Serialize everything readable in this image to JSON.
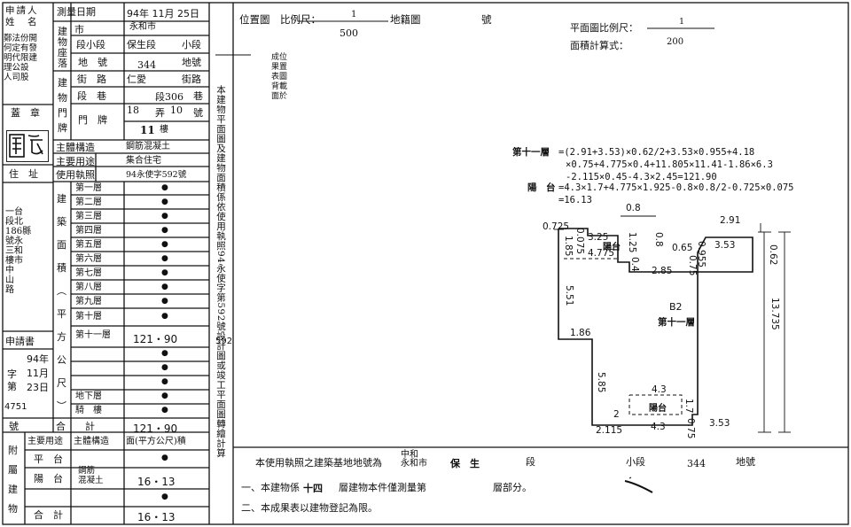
{
  "left_table": {
    "applicant_label": "申請人\n姓　名",
    "applicant_name": "鄭法份開\n何定有發\n明代限建\n理公設\n人司股",
    "seal_label": "蓋　章",
    "address_label": "住　址",
    "address_value": "一台\n段北\n186縣\n號永\n三和\n樓市\n中\n山\n路",
    "application_label": "申請書",
    "application_no_label": "字\n第",
    "application_date": "94年\n11月\n23日",
    "application_no": "4751",
    "number_label": "號",
    "survey_date_label": "測量日期",
    "survey_date_value": "94年 11月 25日",
    "location_label": "建\n物\n座\n落",
    "city_label": "市",
    "city_value": "永和市",
    "section_label": "段小段",
    "section_value": "保生段",
    "subsection_label": "小段",
    "lot_label": "地　號",
    "lot_value": "344",
    "lot_suffix": "地號",
    "door_label": "建\n物\n門\n牌",
    "street_label": "街　路",
    "street_value": "仁愛",
    "street_suffix": "街路",
    "lane_label": "段　巷",
    "lane_value": "段306",
    "lane_suffix": "巷",
    "plate_label": "門　牌",
    "plate_alley": "18",
    "alley_label": "弄",
    "plate_no": "10",
    "plate_no_suffix": "號",
    "plate_floor": "11",
    "floor_label": "樓",
    "structure_label": "主體構造",
    "structure_value": "鋼筋混凝土",
    "use_label": "主要用途",
    "use_value": "集合住宅",
    "permit_label": "使用執照",
    "permit_value": "94永使字592號",
    "area_label": "建\n築\n面\n積\n︵\n平\n方\n公\n尺\n︶",
    "floors": [
      "第一層",
      "第二層",
      "第三層",
      "第四層",
      "第五層",
      "第六層",
      "第七層",
      "第八層",
      "第九層",
      "第十層"
    ],
    "floor_11_label": "第十一層",
    "floor_11_value": "121・90",
    "basement_label": "地下層",
    "podium_label": "騎　樓",
    "total_label": "合　　計",
    "total_value": "121・90",
    "dot": "●",
    "attach_label": "附\n屬\n建\n物",
    "attach_headers": [
      "主要用途",
      "主體構造",
      "面(平方公尺)積"
    ],
    "attach_rows": [
      {
        "use": "平　台",
        "structure": "",
        "area": "●"
      },
      {
        "use": "陽　台",
        "structure": "鋼筋\n混凝土",
        "area": "16・13"
      },
      {
        "use": "",
        "structure": "",
        "area": "●"
      },
      {
        "use": "合　計",
        "structure": "",
        "area": "16・13"
      }
    ]
  },
  "vertical_note": "本建物平面圖及建物面積係依使用執照94永使字第592號設計圖或竣工平面圖轉繪計算",
  "top": {
    "location_map_label": "位置圖",
    "scale_label": "比例尺：",
    "scale_num": "1",
    "scale_den": "500",
    "cadastral_label": "地籍圖",
    "no_label": "號",
    "plan_scale_label": "平面圖比例尺：",
    "plan_scale_num": "1",
    "plan_scale_den": "200",
    "area_formula_label": "面積計算式：",
    "location_note": "成位\n果置\n表圖\n背載\n面於"
  },
  "formula": {
    "floor_label": "第十一層",
    "line1": "=(2.91+3.53)×0.62/2+3.53×0.955+4.18",
    "line2": "×0.75+4.775×0.4+11.805×11.41-1.86×6.3",
    "line3": "-2.115×0.45-4.3×2.45=121.90",
    "balcony_label": "陽　台",
    "line4": "=4.3×1.7+4.775×1.925-0.8×0.8/2-0.725×0.075",
    "line5": "=16.13"
  },
  "plan": {
    "dims": {
      "d0725": "0.725",
      "d08": "0.8",
      "d291": "2.91",
      "d325": "3.25",
      "d0075": "0.075",
      "d185": "1.85",
      "d4775": "4.775",
      "d125": "1.25",
      "d08b": "0.8",
      "d065": "0.65",
      "d0955": "0.955",
      "d353": "3.53",
      "d062": "0.62",
      "d075": "0.75",
      "d04": "0.4",
      "d285": "2.85",
      "d551": "5.51",
      "d13735": "13.735",
      "d186": "1.86",
      "d585": "5.85",
      "d43": "4.3",
      "d17": "1.7",
      "d2": "2",
      "d2115": "2.115",
      "d43b": "4.3",
      "d353b": "3.53",
      "d075b": "0.75"
    },
    "code": "B2",
    "floor_label": "第十一層",
    "balcony_label": "陽台"
  },
  "bottom": {
    "base_text": "本使用執照之建築基地地號為",
    "city": "中和\n永和市",
    "section": "保　生",
    "section_label": "段",
    "subsection_label": "小段",
    "lot": "344",
    "lot_label": "地號",
    "note1_a": "一、本建物係",
    "note1_b": "十四",
    "note1_c": "層建物本件僅測量第",
    "note1_d": "層部分。",
    "note2": "二、本成果表以建物登記為限。"
  }
}
